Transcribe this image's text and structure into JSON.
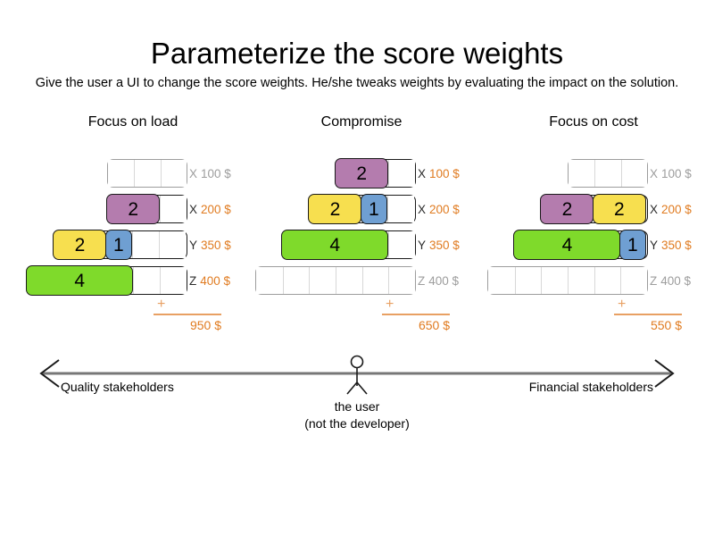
{
  "slide": {
    "title": "Parameterize the score weights",
    "subtitle": "Give the user a UI to change the score weights. He/she tweaks weights by evaluating the impact on the solution."
  },
  "colors": {
    "purple": "#b47cae",
    "yellow": "#f7df4f",
    "blue": "#6f9fd2",
    "green": "#7fda2b",
    "cost_orange": "#e07b20",
    "empty_gray": "#9d9d9d"
  },
  "scenarios": [
    {
      "title": "Focus on load",
      "rows": [
        {
          "key": "X",
          "cost": "100 $",
          "empty": true,
          "cells": 3,
          "segments": []
        },
        {
          "key": "X",
          "cost": "200 $",
          "empty": false,
          "cells": 3,
          "segments": [
            {
              "value": "2",
              "width": 2,
              "color": "purple"
            }
          ]
        },
        {
          "key": "Y",
          "cost": "350 $",
          "empty": false,
          "cells": 5,
          "segments": [
            {
              "value": "2",
              "width": 2,
              "color": "yellow"
            },
            {
              "value": "1",
              "width": 1,
              "color": "blue"
            }
          ]
        },
        {
          "key": "Z",
          "cost": "400 $",
          "empty": false,
          "cells": 6,
          "segments": [
            {
              "value": "4",
              "width": 4,
              "color": "green"
            }
          ]
        }
      ],
      "sum": {
        "plus": "+",
        "total": "950 $"
      }
    },
    {
      "title": "Compromise",
      "rows": [
        {
          "key": "X",
          "cost": "100 $",
          "empty": false,
          "cells": 3,
          "segments": [
            {
              "value": "2",
              "width": 2,
              "color": "purple"
            }
          ]
        },
        {
          "key": "X",
          "cost": "200 $",
          "empty": false,
          "cells": 4,
          "segments": [
            {
              "value": "2",
              "width": 2,
              "color": "yellow"
            },
            {
              "value": "1",
              "width": 1,
              "color": "blue"
            }
          ]
        },
        {
          "key": "Y",
          "cost": "350 $",
          "empty": false,
          "cells": 5,
          "segments": [
            {
              "value": "4",
              "width": 4,
              "color": "green"
            }
          ]
        },
        {
          "key": "Z",
          "cost": "400 $",
          "empty": true,
          "cells": 6,
          "segments": []
        }
      ],
      "sum": {
        "plus": "+",
        "total": "650 $"
      }
    },
    {
      "title": "Focus on cost",
      "rows": [
        {
          "key": "X",
          "cost": "100 $",
          "empty": true,
          "cells": 3,
          "segments": []
        },
        {
          "key": "X",
          "cost": "200 $",
          "empty": false,
          "cells": 4,
          "segments": [
            {
              "value": "2",
              "width": 2,
              "color": "purple"
            },
            {
              "value": "2",
              "width": 2,
              "color": "yellow"
            }
          ]
        },
        {
          "key": "Y",
          "cost": "350 $",
          "empty": false,
          "cells": 5,
          "segments": [
            {
              "value": "4",
              "width": 4,
              "color": "green"
            },
            {
              "value": "1",
              "width": 1,
              "color": "blue"
            }
          ]
        },
        {
          "key": "Z",
          "cost": "400 $",
          "empty": true,
          "cells": 6,
          "segments": []
        }
      ],
      "sum": {
        "plus": "+",
        "total": "550 $"
      }
    }
  ],
  "spectrum": {
    "left_label": "Quality stakeholders",
    "right_label": "Financial stakeholders",
    "user_caption_line1": "the user",
    "user_caption_line2": "(not the developer)"
  }
}
